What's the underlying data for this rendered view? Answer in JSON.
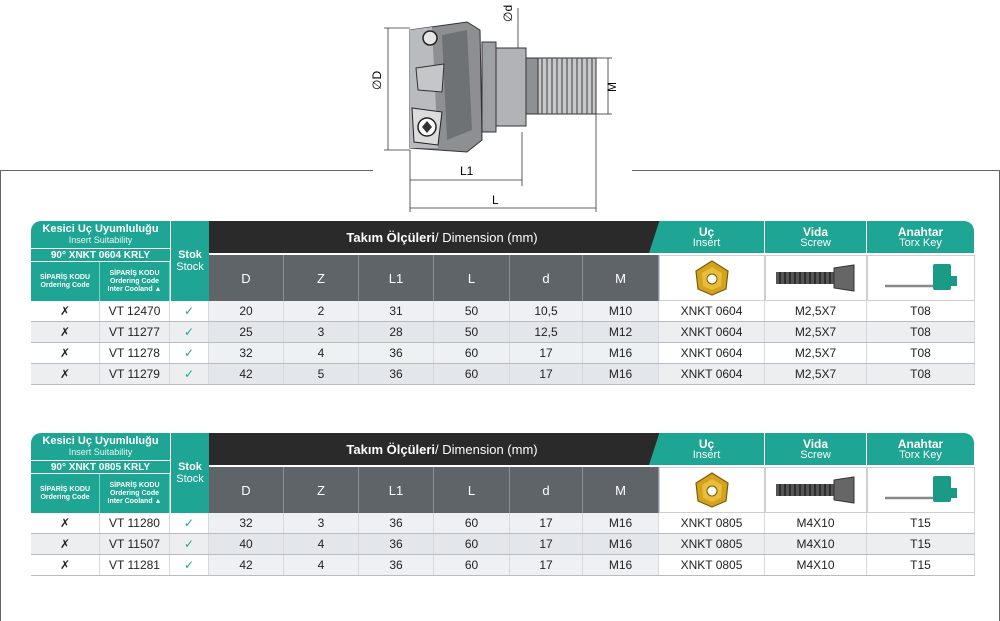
{
  "drawing": {
    "labels": {
      "D": "∅D",
      "d": "∅d",
      "M": "M",
      "L1": "L1",
      "L": "L"
    }
  },
  "tables": [
    {
      "suitability_title": "Kesici Uç Uyumluluğu",
      "suitability_sub": "Insert Suitability",
      "insert_type": "90° XNKT 0604 KRLY",
      "stock_tr": "Stok",
      "stock_en": "Stock",
      "dimension_title_tr": "Takım Ölçüleri",
      "dimension_title_en": " / Dimension (mm)",
      "insert_tr": "Uç",
      "insert_en": "Insert",
      "screw_tr": "Vida",
      "screw_en": "Screw",
      "key_tr": "Anahtar",
      "key_en": "Torx Key",
      "order_code_1_tr": "SİPARİŞ KODU",
      "order_code_1_en": "Ordering Code",
      "order_code_2_tr": "SİPARİŞ KODU",
      "order_code_2_en": "Ordering Code",
      "order_code_2_extra": "Inter Cooland ▲",
      "columns": [
        "D",
        "Z",
        "L1",
        "L",
        "d",
        "M"
      ],
      "rows": [
        {
          "c1": "✗",
          "code": "VT 12470",
          "stock": "✓",
          "D": "20",
          "Z": "2",
          "L1": "31",
          "L": "50",
          "d": "10,5",
          "M": "M10",
          "insert": "XNKT 0604",
          "screw": "M2,5X7",
          "key": "T08"
        },
        {
          "c1": "✗",
          "code": "VT 11277",
          "stock": "✓",
          "D": "25",
          "Z": "3",
          "L1": "28",
          "L": "50",
          "d": "12,5",
          "M": "M12",
          "insert": "XNKT 0604",
          "screw": "M2,5X7",
          "key": "T08"
        },
        {
          "c1": "✗",
          "code": "VT 11278",
          "stock": "✓",
          "D": "32",
          "Z": "4",
          "L1": "36",
          "L": "60",
          "d": "17",
          "M": "M16",
          "insert": "XNKT 0604",
          "screw": "M2,5X7",
          "key": "T08"
        },
        {
          "c1": "✗",
          "code": "VT 11279",
          "stock": "✓",
          "D": "42",
          "Z": "5",
          "L1": "36",
          "L": "60",
          "d": "17",
          "M": "M16",
          "insert": "XNKT 0604",
          "screw": "M2,5X7",
          "key": "T08"
        }
      ]
    },
    {
      "suitability_title": "Kesici Uç Uyumluluğu",
      "suitability_sub": "Insert Suitability",
      "insert_type": "90° XNKT 0805 KRLY",
      "stock_tr": "Stok",
      "stock_en": "Stock",
      "dimension_title_tr": "Takım Ölçüleri",
      "dimension_title_en": " / Dimension (mm)",
      "insert_tr": "Uç",
      "insert_en": "Insert",
      "screw_tr": "Vida",
      "screw_en": "Screw",
      "key_tr": "Anahtar",
      "key_en": "Torx Key",
      "order_code_1_tr": "SİPARİŞ KODU",
      "order_code_1_en": "Ordering Code",
      "order_code_2_tr": "SİPARİŞ KODU",
      "order_code_2_en": "Ordering Code",
      "order_code_2_extra": "Inter Cooland ▲",
      "columns": [
        "D",
        "Z",
        "L1",
        "L",
        "d",
        "M"
      ],
      "rows": [
        {
          "c1": "✗",
          "code": "VT 11280",
          "stock": "✓",
          "D": "32",
          "Z": "3",
          "L1": "36",
          "L": "60",
          "d": "17",
          "M": "M16",
          "insert": "XNKT 0805",
          "screw": "M4X10",
          "key": "T15"
        },
        {
          "c1": "✗",
          "code": "VT 11507",
          "stock": "✓",
          "D": "40",
          "Z": "4",
          "L1": "36",
          "L": "60",
          "d": "17",
          "M": "M16",
          "insert": "XNKT 0805",
          "screw": "M4X10",
          "key": "T15"
        },
        {
          "c1": "✗",
          "code": "VT 11281",
          "stock": "✓",
          "D": "42",
          "Z": "4",
          "L1": "36",
          "L": "60",
          "d": "17",
          "M": "M16",
          "insert": "XNKT 0805",
          "screw": "M4X10",
          "key": "T15"
        }
      ]
    }
  ]
}
